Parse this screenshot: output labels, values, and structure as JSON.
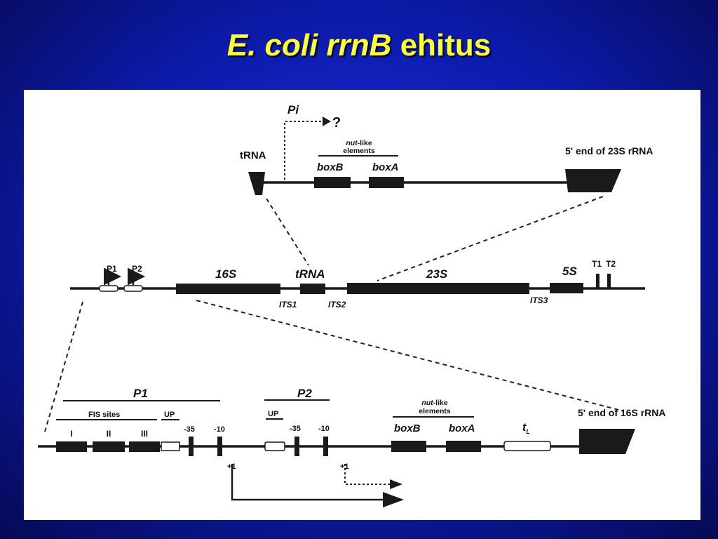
{
  "title": {
    "part1": "E. coli rrnB",
    "part2": "ehitus"
  },
  "colors": {
    "background": "#0c1aa8",
    "title": "#ffff33",
    "panel": "#ffffff",
    "ink": "#1a1a1a"
  },
  "top_region": {
    "pi_label": "Pi",
    "question": "?",
    "trna_label": "tRNA",
    "nut_like_italic": "nut",
    "nut_like_rest": "-like",
    "elements": "elements",
    "boxB": "boxB",
    "boxA": "boxA",
    "end_23s": "5' end of 23S rRNA"
  },
  "operon": {
    "p1": "P1",
    "p2": "P2",
    "s16": "16S",
    "trna": "tRNA",
    "s23": "23S",
    "s5": "5S",
    "t1": "T1",
    "t2": "T2",
    "its1": "ITS1",
    "its2": "ITS2",
    "its3": "ITS3"
  },
  "promoter_region": {
    "p1": "P1",
    "p2": "P2",
    "fis_sites": "FIS sites",
    "up1": "UP",
    "up2": "UP",
    "site_i": "I",
    "site_ii": "II",
    "site_iii": "III",
    "m35a": "-35",
    "m10a": "-10",
    "m35b": "-35",
    "m10b": "-10",
    "nut_like_italic": "nut",
    "nut_like_rest": "-like",
    "elements": "elements",
    "boxB": "boxB",
    "boxA": "boxA",
    "tl_main": "t",
    "tl_sub": "L",
    "end_16s": "5' end of 16S rRNA",
    "plus1a": "+1",
    "plus1b": "+1"
  }
}
